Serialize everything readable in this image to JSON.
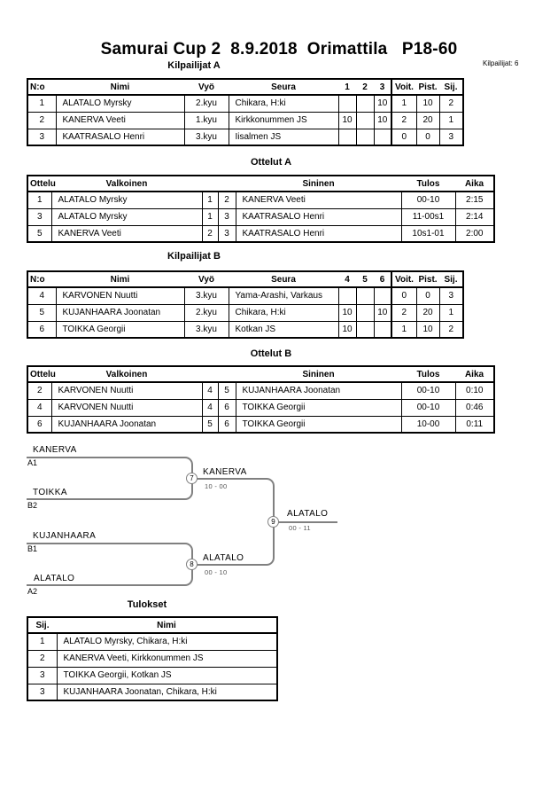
{
  "header": {
    "title": "Samurai Cup 2  8.9.2018  Orimattila   P18-60",
    "competitors_label": "Kilpailijat: 6"
  },
  "pool_a": {
    "heading": "Kilpailijat A",
    "columns": [
      "N:o",
      "Nimi",
      "Vyö",
      "Seura",
      "1",
      "2",
      "3",
      "Voit.",
      "Pist.",
      "Sij."
    ],
    "rows": [
      [
        "1",
        "ALATALO Myrsky",
        "2.kyu",
        "Chikara, H:ki",
        "",
        "",
        "10",
        "1",
        "10",
        "2"
      ],
      [
        "2",
        "KANERVA Veeti",
        "1.kyu",
        "Kirkkonummen JS",
        "10",
        "",
        "10",
        "2",
        "20",
        "1"
      ],
      [
        "3",
        "KAATRASALO Henri",
        "3.kyu",
        "Iisalmen JS",
        "",
        "",
        "",
        "0",
        "0",
        "3"
      ]
    ]
  },
  "matches_a": {
    "heading": "Ottelut A",
    "columns": [
      "Ottelu",
      "Valkoinen",
      "",
      "",
      "Sininen",
      "Tulos",
      "Aika"
    ],
    "rows": [
      [
        "1",
        "ALATALO Myrsky",
        "1",
        "2",
        "KANERVA Veeti",
        "00-10",
        "2:15"
      ],
      [
        "3",
        "ALATALO Myrsky",
        "1",
        "3",
        "KAATRASALO Henri",
        "11-00s1",
        "2:14"
      ],
      [
        "5",
        "KANERVA Veeti",
        "2",
        "3",
        "KAATRASALO Henri",
        "10s1-01",
        "2:00"
      ]
    ]
  },
  "pool_b": {
    "heading": "Kilpailijat B",
    "columns": [
      "N:o",
      "Nimi",
      "Vyö",
      "Seura",
      "4",
      "5",
      "6",
      "Voit.",
      "Pist.",
      "Sij."
    ],
    "rows": [
      [
        "4",
        "KARVONEN Nuutti",
        "3.kyu",
        "Yama-Arashi, Varkaus",
        "",
        "",
        "",
        "0",
        "0",
        "3"
      ],
      [
        "5",
        "KUJANHAARA Joonatan",
        "2.kyu",
        "Chikara, H:ki",
        "10",
        "",
        "10",
        "2",
        "20",
        "1"
      ],
      [
        "6",
        "TOIKKA Georgii",
        "3.kyu",
        "Kotkan JS",
        "10",
        "",
        "",
        "1",
        "10",
        "2"
      ]
    ]
  },
  "matches_b": {
    "heading": "Ottelut B",
    "columns": [
      "Ottelu",
      "Valkoinen",
      "",
      "",
      "Sininen",
      "Tulos",
      "Aika"
    ],
    "rows": [
      [
        "2",
        "KARVONEN Nuutti",
        "4",
        "5",
        "KUJANHAARA Joonatan",
        "00-10",
        "0:10"
      ],
      [
        "4",
        "KARVONEN Nuutti",
        "4",
        "6",
        "TOIKKA Georgii",
        "00-10",
        "0:46"
      ],
      [
        "6",
        "KUJANHAARA Joonatan",
        "5",
        "6",
        "TOIKKA Georgii",
        "10-00",
        "0:11"
      ]
    ]
  },
  "bracket": {
    "semifinal_1": {
      "match_no": "7",
      "top_name": "KANERVA",
      "top_seed": "A1",
      "bottom_name": "TOIKKA",
      "bottom_seed": "B2",
      "winner": "KANERVA",
      "score": "10 - 00"
    },
    "semifinal_2": {
      "match_no": "8",
      "top_name": "KUJANHAARA",
      "top_seed": "B1",
      "bottom_name": "ALATALO",
      "bottom_seed": "A2",
      "winner": "ALATALO",
      "score": "00 - 10"
    },
    "final": {
      "match_no": "9",
      "winner": "ALATALO",
      "score": "00 - 11"
    }
  },
  "results": {
    "heading": "Tulokset",
    "columns": [
      "Sij.",
      "Nimi"
    ],
    "rows": [
      [
        "1",
        "ALATALO Myrsky, Chikara, H:ki"
      ],
      [
        "2",
        "KANERVA Veeti, Kirkkonummen JS"
      ],
      [
        "3",
        "TOIKKA Georgii, Kotkan JS"
      ],
      [
        "3",
        "KUJANHAARA Joonatan, Chikara, H:ki"
      ]
    ]
  },
  "colors": {
    "bracket_line": "#808080",
    "score_text": "#555555"
  }
}
